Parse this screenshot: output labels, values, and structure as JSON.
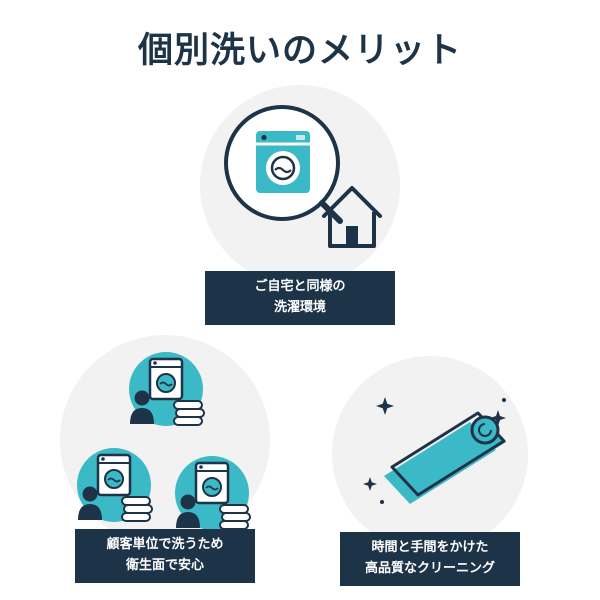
{
  "title": "個別洗いのメリット",
  "colors": {
    "navy": "#1d3348",
    "teal": "#3cb9c6",
    "circle_bg": "#f2f2f2",
    "label_bg": "#1d3348",
    "label_text": "#ffffff"
  },
  "benefits": [
    {
      "name": "home-like-environment",
      "label_line1": "ご自宅と同様の",
      "label_line2": "洗濯環境",
      "icons": [
        "magnifier-icon",
        "washing-machine-icon",
        "house-icon"
      ]
    },
    {
      "name": "individual-washing",
      "label_line1": "顧客単位で洗うため",
      "label_line2": "衛生面で安心",
      "icons": [
        "washing-machine-icon",
        "customer-icon",
        "towel-stack-icon"
      ]
    },
    {
      "name": "high-quality-cleaning",
      "label_line1": "時間と手間をかけた",
      "label_line2": "高品質なクリーニング",
      "icons": [
        "folded-cloth-icon",
        "sparkle-icon"
      ]
    }
  ]
}
